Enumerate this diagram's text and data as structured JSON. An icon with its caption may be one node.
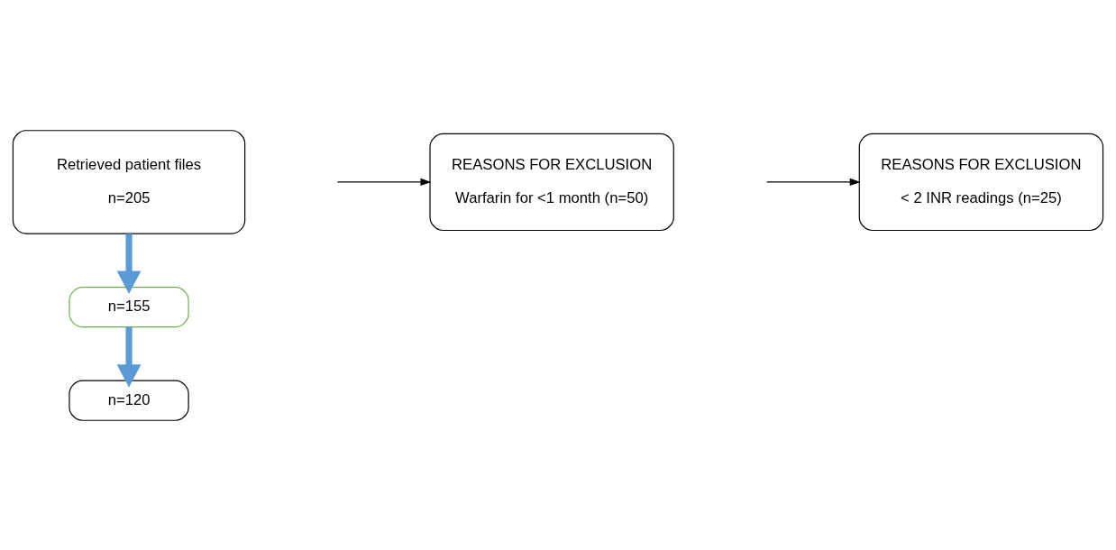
{
  "diagram": {
    "nodes": [
      {
        "text": [
          "Retrieved patient files",
          "n=205"
        ]
      },
      {
        "text": [
          "REASONS FOR EXCLUSION",
          "Warfarin for <1 month (n=50)"
        ]
      },
      {
        "text": [
          "n=155"
        ]
      },
      {
        "text": [
          "REASONS FOR EXCLUSION",
          "< 2 INR readings (n=25)"
        ]
      },
      {
        "text": [
          "n=120"
        ]
      }
    ],
    "edges": [
      {
        "from": 0,
        "to": 2,
        "arrow": "to",
        "style": "thick",
        "color": "#5b9bd5"
      },
      {
        "from": null,
        "to": 1,
        "arrow": "to",
        "color": "#000000"
      },
      {
        "from": 2,
        "to": 4,
        "arrow": "to",
        "style": "thick",
        "color": "#5b9bd5"
      },
      {
        "from": null,
        "to": 3,
        "arrow": "to",
        "color": "#000000"
      }
    ]
  }
}
